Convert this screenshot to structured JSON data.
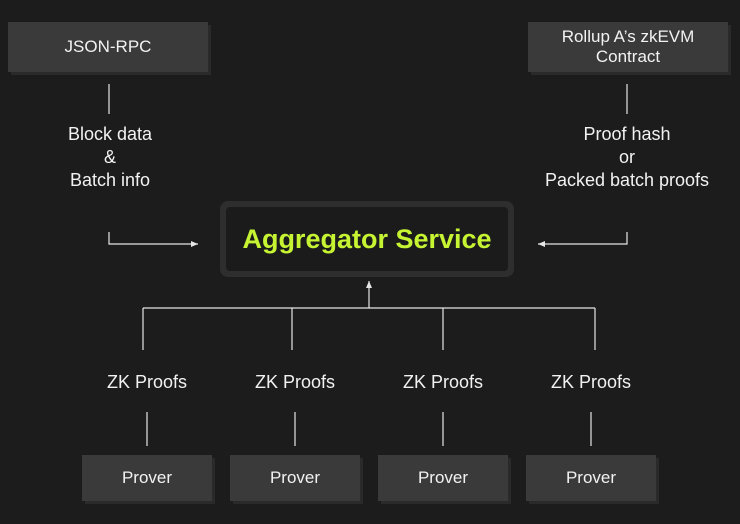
{
  "colors": {
    "accent": "#c6f432",
    "line": "#e6e6e6",
    "background": "#1c1c1c",
    "box": "#3a3a3a"
  },
  "top_left_box": {
    "label": "JSON-RPC"
  },
  "top_right_box": {
    "line1": "Rollup A’s zkEVM",
    "line2": "Contract"
  },
  "left_label": {
    "line1": "Block data",
    "line2": "&",
    "line3": "Batch info"
  },
  "right_label": {
    "line1": "Proof hash",
    "line2": "or",
    "line3": "Packed batch proofs"
  },
  "center": {
    "label": "Aggregator Service"
  },
  "branches": [
    {
      "proof_label": "ZK Proofs",
      "prover_label": "Prover"
    },
    {
      "proof_label": "ZK Proofs",
      "prover_label": "Prover"
    },
    {
      "proof_label": "ZK Proofs",
      "prover_label": "Prover"
    },
    {
      "proof_label": "ZK Proofs",
      "prover_label": "Prover"
    }
  ]
}
